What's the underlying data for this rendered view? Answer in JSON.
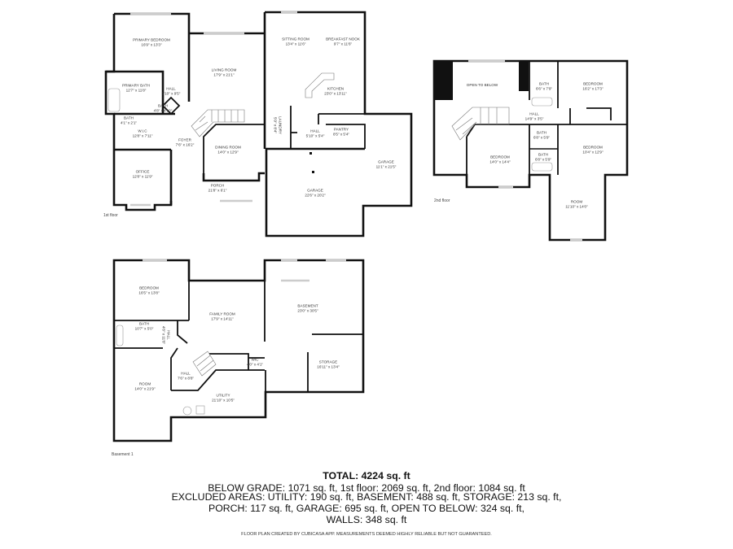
{
  "floors": {
    "first": {
      "label": "1st floor",
      "rooms": [
        {
          "name": "Primary Bedroom",
          "dims": "16'9\" x 13'3\""
        },
        {
          "name": "Living Room",
          "dims": "17'9\" x 21'1\""
        },
        {
          "name": "Primary Bath",
          "dims": "12'7\" x 11'8\""
        },
        {
          "name": "Hall",
          "dims": "3'10\" x 9'5\""
        },
        {
          "name": "Bath",
          "dims": "4'8\" x 4'10\""
        },
        {
          "name": "Bath",
          "dims": "4'1\" x 2'1\""
        },
        {
          "name": "W.I.C",
          "dims": "12'8\" x 7'11\""
        },
        {
          "name": "Foyer",
          "dims": "7'6\" x 16'2\""
        },
        {
          "name": "Dining Room",
          "dims": "14'0\" x 12'9\""
        },
        {
          "name": "Office",
          "dims": "12'8\" x 11'9\""
        },
        {
          "name": "Porch",
          "dims": "21'8\" x 6'1\""
        },
        {
          "name": "Sitting Room",
          "dims": "13'4\" x 11'6\""
        },
        {
          "name": "Breakfast Nook",
          "dims": "9'7\" x 11'6\""
        },
        {
          "name": "Kitchen",
          "dims": "23'0\" x 13'11\""
        },
        {
          "name": "Laundry",
          "dims": "5'9\" x 8'4\""
        },
        {
          "name": "Hall",
          "dims": "5'10\" x 5'4\""
        },
        {
          "name": "Pantry",
          "dims": "8'5\" x 5'4\""
        },
        {
          "name": "Garage",
          "dims": "11'1\" x 21'5\""
        },
        {
          "name": "Garage",
          "dims": "22'6\" x 20'2\""
        }
      ]
    },
    "second": {
      "label": "2nd floor",
      "rooms": [
        {
          "name": "Open to Below",
          "dims": ""
        },
        {
          "name": "Bath",
          "dims": "6'6\" x 7'9\""
        },
        {
          "name": "Bedroom",
          "dims": "16'2\" x 17'3\""
        },
        {
          "name": "Hall",
          "dims": "14'9\" x 3'5\""
        },
        {
          "name": "Bath",
          "dims": "6'8\" x 5'9\""
        },
        {
          "name": "Bath",
          "dims": "6'8\" x 5'9\""
        },
        {
          "name": "Bedroom",
          "dims": "10'4\" x 12'9\""
        },
        {
          "name": "Bedroom",
          "dims": "14'0\" x 14'4\""
        },
        {
          "name": "Room",
          "dims": "11'10\" x 14'0\""
        }
      ]
    },
    "basement": {
      "label": "Basement 1",
      "rooms": [
        {
          "name": "Bedroom",
          "dims": "16'5\" x 13'8\""
        },
        {
          "name": "Bath",
          "dims": "10'7\" x 5'0\""
        },
        {
          "name": "Hall",
          "dims": "4'8\" x 11'8\""
        },
        {
          "name": "Family Room",
          "dims": "17'9\" x 14'11\""
        },
        {
          "name": "Hall",
          "dims": "7'6\" x 8'8\""
        },
        {
          "name": "WIC",
          "dims": "4'0\" x 4'1\""
        },
        {
          "name": "Utility",
          "dims": "21'10\" x 10'5\""
        },
        {
          "name": "Room",
          "dims": "14'0\" x 21'9\""
        },
        {
          "name": "Basement",
          "dims": "23'0\" x 30'5\""
        },
        {
          "name": "Storage",
          "dims": "16'11\" x 13'4\""
        }
      ]
    }
  },
  "summary": {
    "total": "TOTAL: 4224 sq. ft",
    "line1": "BELOW GRADE: 1071 sq. ft, 1st floor: 2069 sq. ft, 2nd floor: 1084 sq. ft",
    "line2": "EXCLUDED AREAS: UTILITY: 190 sq. ft, BASEMENT: 488 sq. ft, STORAGE: 213 sq. ft,",
    "line3": "PORCH: 117 sq. ft, GARAGE: 695 sq. ft, OPEN TO BELOW: 324 sq. ft,",
    "line4": "WALLS: 348 sq. ft"
  },
  "footer": "FLOOR PLAN CREATED BY CUBICASA APP. MEASUREMENTS DEEMED HIGHLY RELIABLE BUT NOT GUARANTEED.",
  "colors": {
    "wall": "#111111",
    "window": "#cccccc"
  }
}
